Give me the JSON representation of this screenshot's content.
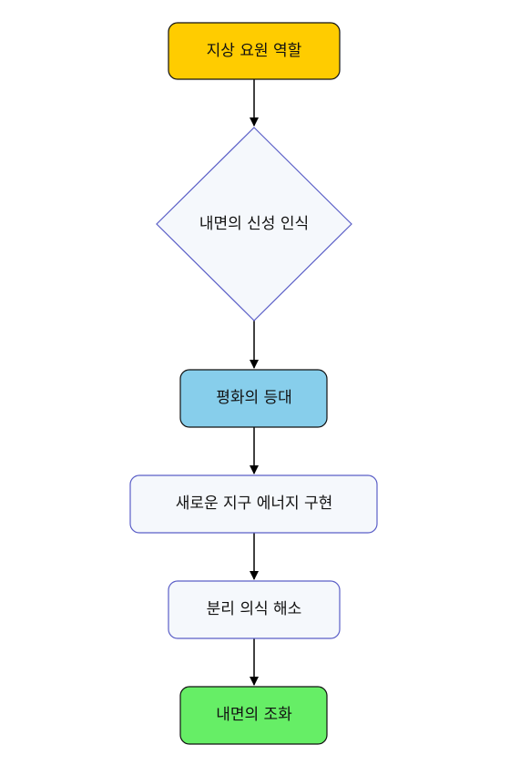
{
  "diagram": {
    "type": "flowchart",
    "direction": "top-to-bottom",
    "nodes": [
      {
        "id": "n1",
        "label": "지상 요원 역할",
        "shape": "rounded-rect",
        "fill": "#FFCC00",
        "stroke": "#111111"
      },
      {
        "id": "n2",
        "label": "내면의 신성 인식",
        "shape": "diamond",
        "fill": "#F5F8FC",
        "stroke": "#5B5FC7"
      },
      {
        "id": "n3",
        "label": "평화의 등대",
        "shape": "rounded-rect",
        "fill": "#87CEEB",
        "stroke": "#111111"
      },
      {
        "id": "n4",
        "label": "새로운 지구 에너지 구현",
        "shape": "rounded-rect",
        "fill": "#F5F8FC",
        "stroke": "#5B5FC7"
      },
      {
        "id": "n5",
        "label": "분리 의식 해소",
        "shape": "rounded-rect",
        "fill": "#F5F8FC",
        "stroke": "#5B5FC7"
      },
      {
        "id": "n6",
        "label": "내면의 조화",
        "shape": "rounded-rect",
        "fill": "#66EE66",
        "stroke": "#111111"
      }
    ],
    "edges": [
      {
        "from": "n1",
        "to": "n2"
      },
      {
        "from": "n2",
        "to": "n3"
      },
      {
        "from": "n3",
        "to": "n4"
      },
      {
        "from": "n4",
        "to": "n5"
      },
      {
        "from": "n5",
        "to": "n6"
      }
    ],
    "edge_color": "#000000"
  }
}
